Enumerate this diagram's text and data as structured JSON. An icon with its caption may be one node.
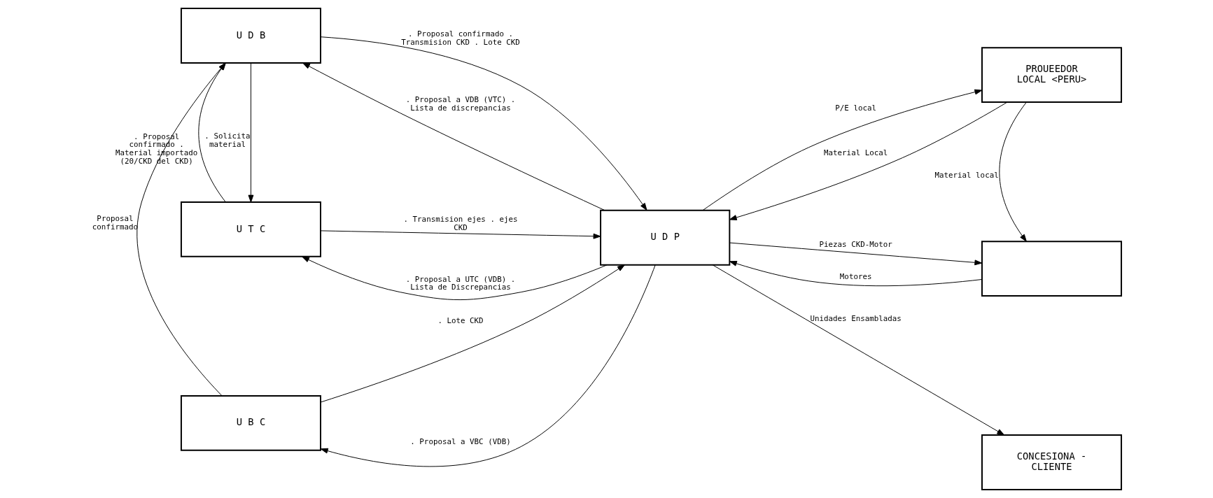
{
  "diagram": {
    "nodes": [
      {
        "text": [
          "U D B"
        ]
      },
      {
        "text": [
          "U T C"
        ]
      },
      {
        "text": [
          "U B C"
        ]
      },
      {
        "text": [
          "U D P"
        ]
      },
      {
        "text": [
          "PROUEEDOR LOCAL <PERU>"
        ]
      },
      {
        "text": [],
        "shape": "box"
      },
      {
        "text": [
          "CONCESIONA - CLIENTE"
        ]
      }
    ],
    "edges": [
      {
        "from": 3,
        "to": 0,
        "arrow": "to",
        "label": ". Proposal a VDB (VTC) . Lista de discrepancias"
      },
      {
        "from": 0,
        "to": 3,
        "arrow": "to",
        "label": ". Proposal confirmado . Transmision CKD . Lote CKD"
      },
      {
        "from": 0,
        "to": 1,
        "arrow": "to",
        "label": ". Solicita material"
      },
      {
        "from": 1,
        "to": 0,
        "arrow": "to",
        "label": ". Proposal confirmado . Material importado (20/CKD del CKD)"
      },
      {
        "from": 3,
        "to": 1,
        "arrow": "to",
        "label": ". Proposal a UTC (VDB) . Lista de Discrepancias"
      },
      {
        "from": 1,
        "to": 3,
        "arrow": "to",
        "label": ". Transmision ejes . ejes CKD"
      },
      {
        "from": 2,
        "to": 0,
        "arrow": "to",
        "label": "Proposal confirmado"
      },
      {
        "from": 3,
        "to": 2,
        "arrow": "to",
        "label": ". Proposal a VBC (VDB)"
      },
      {
        "from": 2,
        "to": 3,
        "arrow": "to",
        "label": ". Lote CKD"
      },
      {
        "from": 3,
        "to": 4,
        "arrow": "to",
        "label": "P/E local"
      },
      {
        "from": 4,
        "to": 3,
        "arrow": "to",
        "label": "Material Local"
      },
      {
        "from": 3,
        "to": 5,
        "arrow": "to",
        "label": "Piezas CKD-Motor"
      },
      {
        "from": 5,
        "to": 3,
        "arrow": "to",
        "label": "Motores"
      },
      {
        "from": 4,
        "to": 5,
        "arrow": "to",
        "label": "Material local"
      },
      {
        "from": 3,
        "to": 6,
        "arrow": "to",
        "label": "Unidades Ensambladas"
      }
    ]
  }
}
